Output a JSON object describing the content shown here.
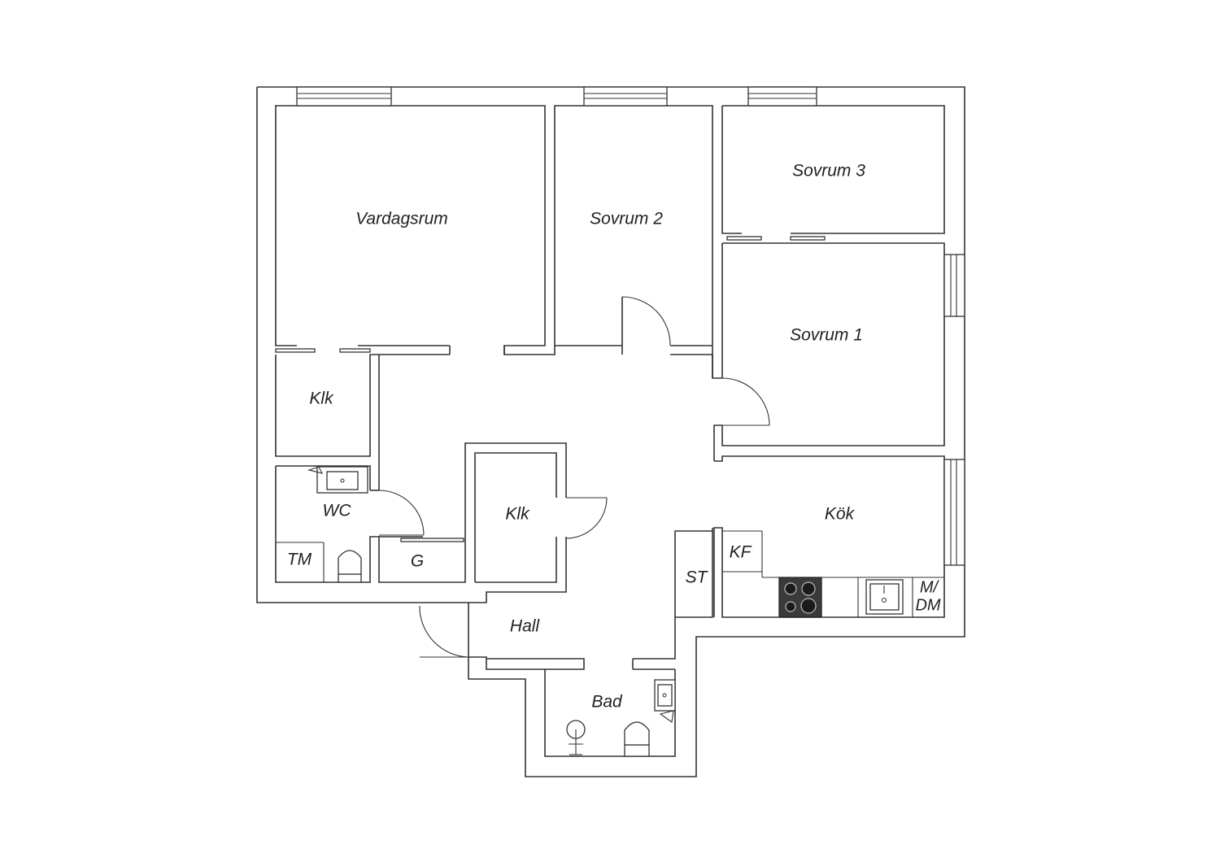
{
  "floorplan": {
    "rooms": {
      "vardagsrum": "Vardagsrum",
      "sovrum2": "Sovrum 2",
      "sovrum3": "Sovrum 3",
      "sovrum1": "Sovrum 1",
      "klk_left": "Klk",
      "wc": "WC",
      "tm": "TM",
      "g": "G",
      "klk_center": "Klk",
      "kok": "Kök",
      "kf": "KF",
      "st": "ST",
      "md_line1": "M/",
      "md_line2": "DM",
      "hall": "Hall",
      "bad": "Bad"
    },
    "icons": [
      "window-icon",
      "door-swing-icon",
      "sink-icon",
      "toilet-icon",
      "stove-icon",
      "shower-icon"
    ]
  }
}
